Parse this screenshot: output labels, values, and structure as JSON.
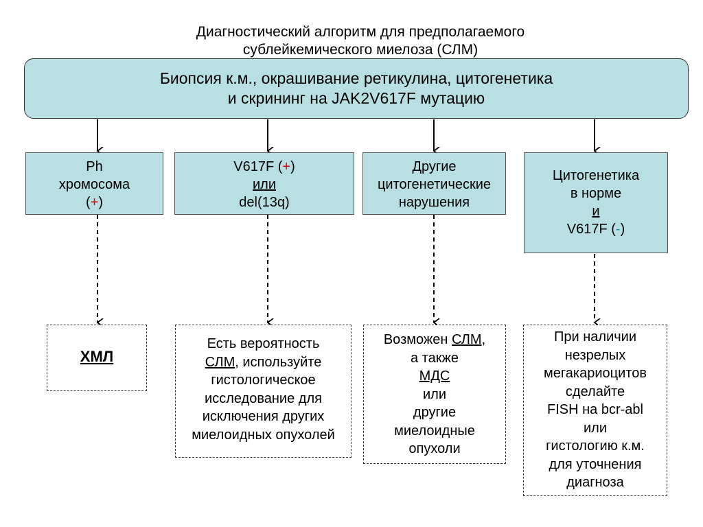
{
  "title": {
    "line1": "Диагностический алгоритм для предполагаемого",
    "line2": "сублейкемического миелоза (СЛМ)"
  },
  "top_box": {
    "line1": "Биопсия к.м., окрашивание ретикулина, цитогенетика",
    "line2": "и скрининг на JAK2V617F мутацию"
  },
  "column1": {
    "box": {
      "line1": "Ph",
      "line2": "хромосома",
      "paren_open": "(",
      "sign": "+",
      "paren_close": ")"
    },
    "result": {
      "text": "ХМЛ"
    }
  },
  "column2": {
    "box": {
      "line1_prefix": "V617F (",
      "sign": "+",
      "line1_suffix": ")",
      "line2": "или",
      "line3": "del(13q)"
    },
    "result": {
      "line1": "Есть вероятность",
      "line2_u": "СЛМ",
      "line2_rest": ", используйте",
      "line3": "гистологическое",
      "line4": "исследование для",
      "line5": "исключения других",
      "line6": "миелоидных опухолей"
    }
  },
  "column3": {
    "box": {
      "line1": "Другие",
      "line2": "цитогенетические",
      "line3": "нарушения"
    },
    "result": {
      "line1_prefix": "Возможен ",
      "line1_u": "СЛМ",
      "line1_suffix": ",",
      "line2": "а также",
      "line3_u": "МДС",
      "line4": "или",
      "line5": "другие",
      "line6": "миелоидные",
      "line7": "опухоли"
    }
  },
  "column4": {
    "box": {
      "line1": "Цитогенетика",
      "line2": "в норме",
      "line3": "и",
      "line4_prefix": "V617F (",
      "sign": "-",
      "line4_suffix": ")"
    },
    "result": {
      "line1": "При наличии",
      "line2": "незрелых",
      "line3": "мегакариоцитов",
      "line4": "сделайте",
      "line5": "FISH на bcr-abl",
      "line6": "или",
      "line7": "гистологию к.м.",
      "line8": "для уточнения",
      "line9": "диагноза"
    }
  },
  "colors": {
    "box_fill": "#b8dfe1",
    "plus": "#e00000",
    "minus": "#1e90a0"
  }
}
